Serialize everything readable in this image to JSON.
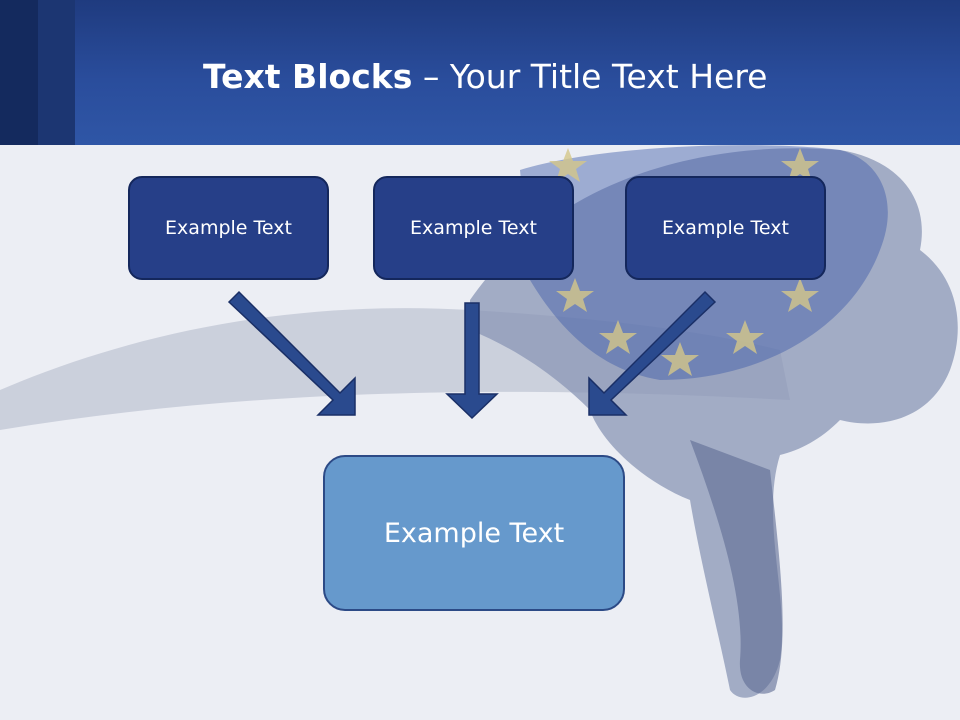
{
  "slide": {
    "title_bold": "Text Blocks",
    "title_dash": " – ",
    "title_rest": "Your Title Text Here"
  },
  "diagram": {
    "top_boxes": [
      {
        "label": "Example Text"
      },
      {
        "label": "Example Text"
      },
      {
        "label": "Example Text"
      }
    ],
    "target_box": {
      "label": "Example Text"
    }
  },
  "colors": {
    "header": "#2a4d9c",
    "top_box_fill": "#263f88",
    "target_box_fill": "#6699cc",
    "arrow_fill": "#2a4a8e"
  }
}
